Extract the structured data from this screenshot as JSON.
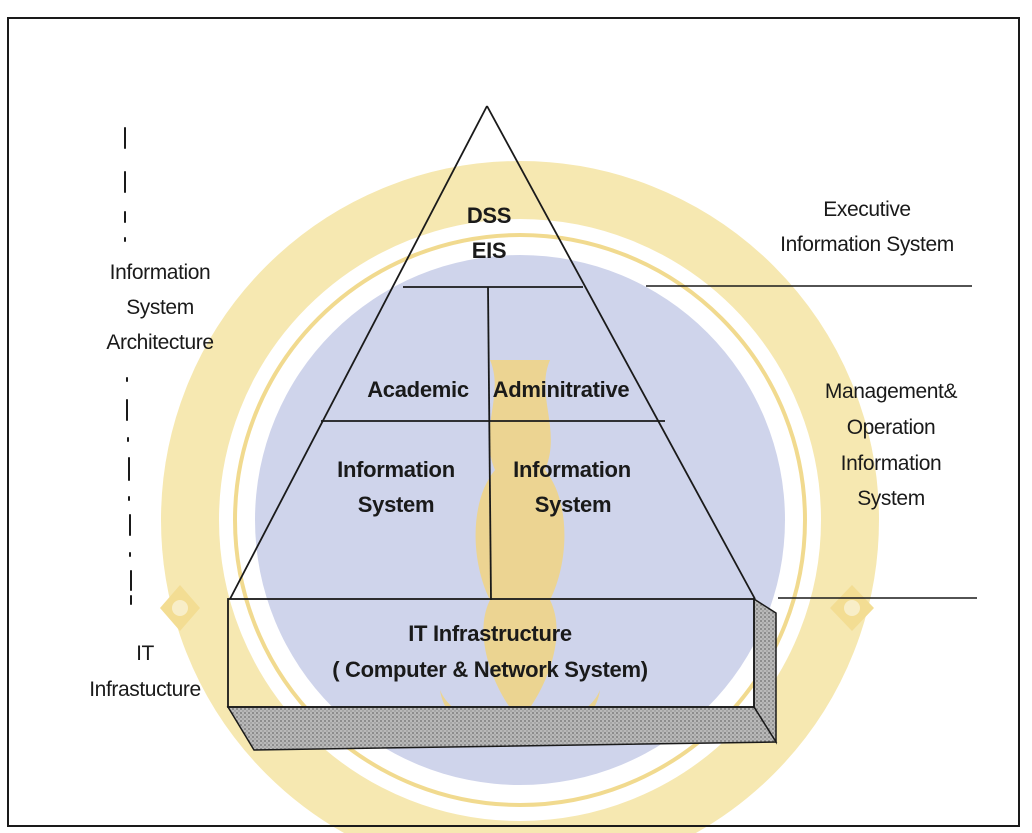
{
  "apex": {
    "line1": "DSS",
    "line2": "EIS"
  },
  "middle": {
    "left": {
      "line1": "Academic",
      "line2": "Information",
      "line3": "System"
    },
    "right": {
      "line1": "Adminitrative",
      "line2": "Information",
      "line3": "System"
    }
  },
  "base": {
    "line1": "IT Infrastructure",
    "line2": "( Computer & Network System)"
  },
  "left_labels": {
    "architecture": [
      "Information",
      "System",
      "Architecture"
    ],
    "infrastructure": [
      "IT",
      "Infrastucture"
    ]
  },
  "right_labels": {
    "executive": [
      "Executive",
      "Information System"
    ],
    "management": [
      "Management&",
      "Operation",
      "Information",
      "System"
    ]
  },
  "colors": {
    "line": "#1a1a1a",
    "watermark_yellow": "#f4e3a0",
    "watermark_blue": "#c8cde6",
    "base_shadow": "#9a9a9a"
  }
}
